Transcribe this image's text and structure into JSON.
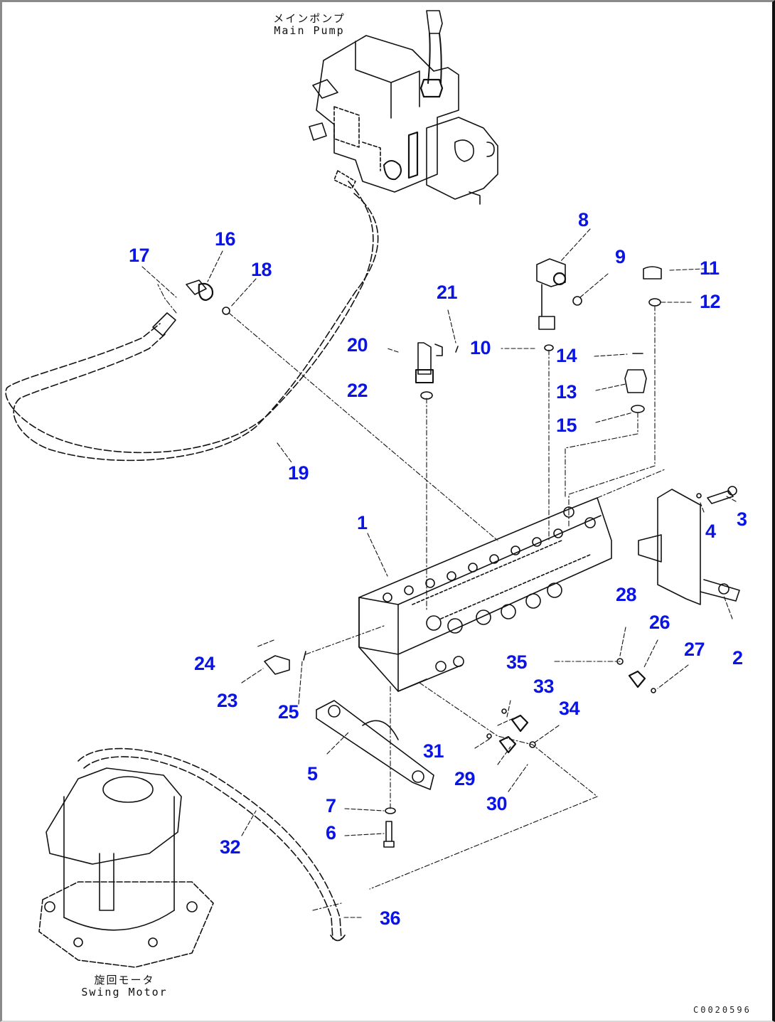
{
  "diagram": {
    "type": "exploded parts diagram",
    "drawing_code": "C0020596",
    "captions": {
      "main_pump_jp": "メインポンプ",
      "main_pump_en": "Main Pump",
      "swing_motor_jp": "旋回モータ",
      "swing_motor_en": "Swing Motor"
    },
    "callouts": [
      {
        "id": "1",
        "text": "1"
      },
      {
        "id": "2",
        "text": "2"
      },
      {
        "id": "3",
        "text": "3"
      },
      {
        "id": "4",
        "text": "4"
      },
      {
        "id": "5",
        "text": "5"
      },
      {
        "id": "6",
        "text": "6"
      },
      {
        "id": "7",
        "text": "7"
      },
      {
        "id": "8",
        "text": "8"
      },
      {
        "id": "9",
        "text": "9"
      },
      {
        "id": "10",
        "text": "10"
      },
      {
        "id": "11",
        "text": "11"
      },
      {
        "id": "12",
        "text": "12"
      },
      {
        "id": "13",
        "text": "13"
      },
      {
        "id": "14",
        "text": "14"
      },
      {
        "id": "15",
        "text": "15"
      },
      {
        "id": "16",
        "text": "16"
      },
      {
        "id": "17",
        "text": "17"
      },
      {
        "id": "18",
        "text": "18"
      },
      {
        "id": "19",
        "text": "19"
      },
      {
        "id": "20",
        "text": "20"
      },
      {
        "id": "21",
        "text": "21"
      },
      {
        "id": "22",
        "text": "22"
      },
      {
        "id": "23",
        "text": "23"
      },
      {
        "id": "24",
        "text": "24"
      },
      {
        "id": "25",
        "text": "25"
      },
      {
        "id": "26",
        "text": "26"
      },
      {
        "id": "27",
        "text": "27"
      },
      {
        "id": "28",
        "text": "28"
      },
      {
        "id": "29",
        "text": "29"
      },
      {
        "id": "30",
        "text": "30"
      },
      {
        "id": "31",
        "text": "31"
      },
      {
        "id": "32",
        "text": "32"
      },
      {
        "id": "33",
        "text": "33"
      },
      {
        "id": "34",
        "text": "34"
      },
      {
        "id": "35",
        "text": "35"
      },
      {
        "id": "36",
        "text": "36"
      }
    ],
    "colors": {
      "callout": "#0a14e6",
      "line": "#111111",
      "background": "#ffffff"
    }
  }
}
